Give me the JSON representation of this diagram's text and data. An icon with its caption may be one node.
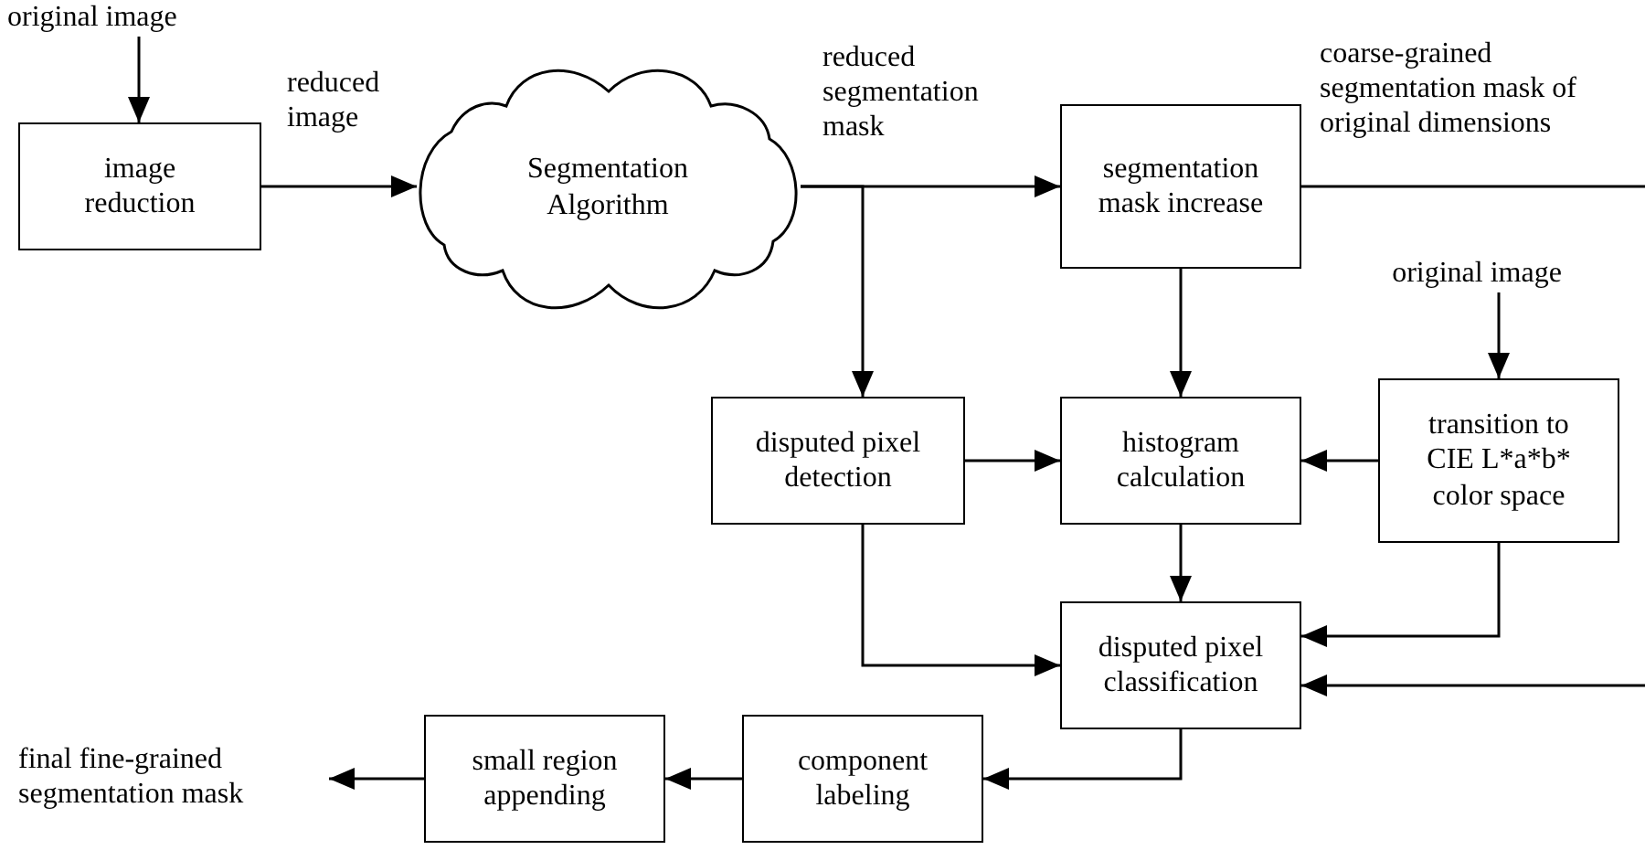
{
  "diagram": {
    "nodes": [
      {
        "text": [
          "original image"
        ]
      },
      {
        "text": [
          "image reduction"
        ]
      },
      {
        "text": [
          "Segmentation Algorithm"
        ]
      },
      {
        "text": [
          "segmentation mask increase"
        ]
      },
      {
        "text": [
          "original image"
        ]
      },
      {
        "text": [
          "disputed pixel detection"
        ]
      },
      {
        "text": [
          "histogram calculation"
        ]
      },
      {
        "text": [
          "transition to CIE  L*a*b* color space"
        ]
      },
      {
        "text": [
          "disputed pixel classification"
        ]
      },
      {
        "text": [
          "component labeling"
        ]
      },
      {
        "text": [
          "small region appending"
        ]
      },
      {
        "text": [
          "final fine-grained segmentation mask"
        ]
      }
    ],
    "edges": [
      {
        "from": 0,
        "to": 1,
        "arrow": "to"
      },
      {
        "from": 1,
        "to": 2,
        "arrow": "to",
        "label": "reduced image"
      },
      {
        "from": 2,
        "to": 3,
        "arrow": "to",
        "label": "reduced segmentation mask"
      },
      {
        "from": 2,
        "to": 5,
        "arrow": "to"
      },
      {
        "from": 3,
        "to": null,
        "arrow": "none",
        "label": "coarse-grained segmentation mask of original dimensions"
      },
      {
        "from": null,
        "to": 8,
        "arrow": "to"
      },
      {
        "from": 3,
        "to": 6,
        "arrow": "to"
      },
      {
        "from": 4,
        "to": 7,
        "arrow": "to"
      },
      {
        "from": 5,
        "to": 6,
        "arrow": "to"
      },
      {
        "from": 7,
        "to": 6,
        "arrow": "to"
      },
      {
        "from": 6,
        "to": 8,
        "arrow": "to"
      },
      {
        "from": 5,
        "to": 8,
        "arrow": "to"
      },
      {
        "from": 7,
        "to": 8,
        "arrow": "to"
      },
      {
        "from": 8,
        "to": 9,
        "arrow": "to"
      },
      {
        "from": 9,
        "to": 10,
        "arrow": "to"
      },
      {
        "from": 10,
        "to": 11,
        "arrow": "to"
      }
    ]
  }
}
